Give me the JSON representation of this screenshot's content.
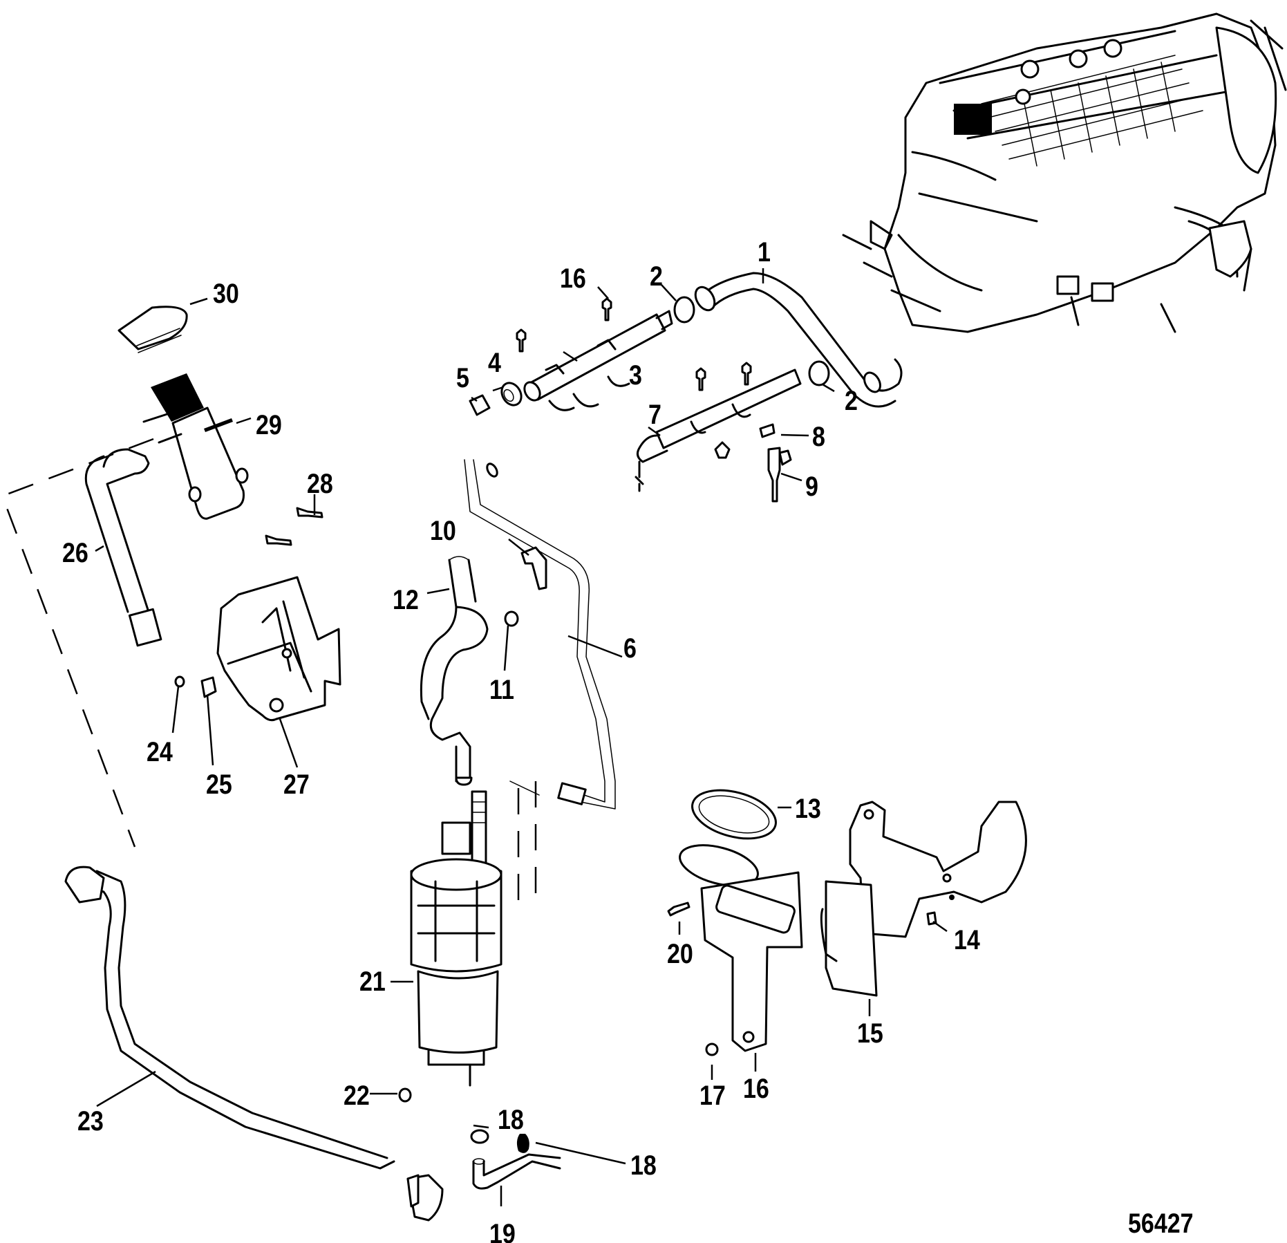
{
  "figure": {
    "title": "Fuel system exploded parts diagram",
    "figure_number": "56427",
    "line_color": "#000000",
    "background_color": "#ffffff"
  },
  "callouts": [
    {
      "id": "c1",
      "label": "1",
      "part": "fuel-line"
    },
    {
      "id": "c2a",
      "label": "2",
      "part": "clamp-upper"
    },
    {
      "id": "c2b",
      "label": "2",
      "part": "clamp-lower"
    },
    {
      "id": "c3",
      "label": "3",
      "part": "fuel-rail-upper"
    },
    {
      "id": "c4",
      "label": "4",
      "part": "fitting"
    },
    {
      "id": "c5",
      "label": "5",
      "part": "cap"
    },
    {
      "id": "c6",
      "label": "6",
      "part": "vent-hose"
    },
    {
      "id": "c7",
      "label": "7",
      "part": "fuel-rail-lower"
    },
    {
      "id": "c8",
      "label": "8",
      "part": "injector-clip"
    },
    {
      "id": "c9",
      "label": "9",
      "part": "fuel-injector"
    },
    {
      "id": "c10",
      "label": "10",
      "part": "p-clamp"
    },
    {
      "id": "c11",
      "label": "11",
      "part": "nut"
    },
    {
      "id": "c12",
      "label": "12",
      "part": "fuel-hose"
    },
    {
      "id": "c13",
      "label": "13",
      "part": "seal-ring"
    },
    {
      "id": "c14",
      "label": "14",
      "part": "clip"
    },
    {
      "id": "c15",
      "label": "15",
      "part": "cover-plate"
    },
    {
      "id": "c16a",
      "label": "16",
      "part": "screw"
    },
    {
      "id": "c16b",
      "label": "16",
      "part": "bracket"
    },
    {
      "id": "c17",
      "label": "17",
      "part": "nut"
    },
    {
      "id": "c18a",
      "label": "18",
      "part": "cap"
    },
    {
      "id": "c18b",
      "label": "18",
      "part": "clamp"
    },
    {
      "id": "c19",
      "label": "19",
      "part": "elbow-hose"
    },
    {
      "id": "c20",
      "label": "20",
      "part": "screw"
    },
    {
      "id": "c21",
      "label": "21",
      "part": "fuel-cell-module"
    },
    {
      "id": "c22",
      "label": "22",
      "part": "screw"
    },
    {
      "id": "c23",
      "label": "23",
      "part": "supply-line"
    },
    {
      "id": "c24",
      "label": "24",
      "part": "screw"
    },
    {
      "id": "c25",
      "label": "25",
      "part": "clip-nut"
    },
    {
      "id": "c26",
      "label": "26",
      "part": "hose"
    },
    {
      "id": "c27",
      "label": "27",
      "part": "mounting-bracket"
    },
    {
      "id": "c28",
      "label": "28",
      "part": "screw"
    },
    {
      "id": "c29",
      "label": "29",
      "part": "filter-body"
    },
    {
      "id": "c30",
      "label": "30",
      "part": "filter-cap"
    }
  ]
}
